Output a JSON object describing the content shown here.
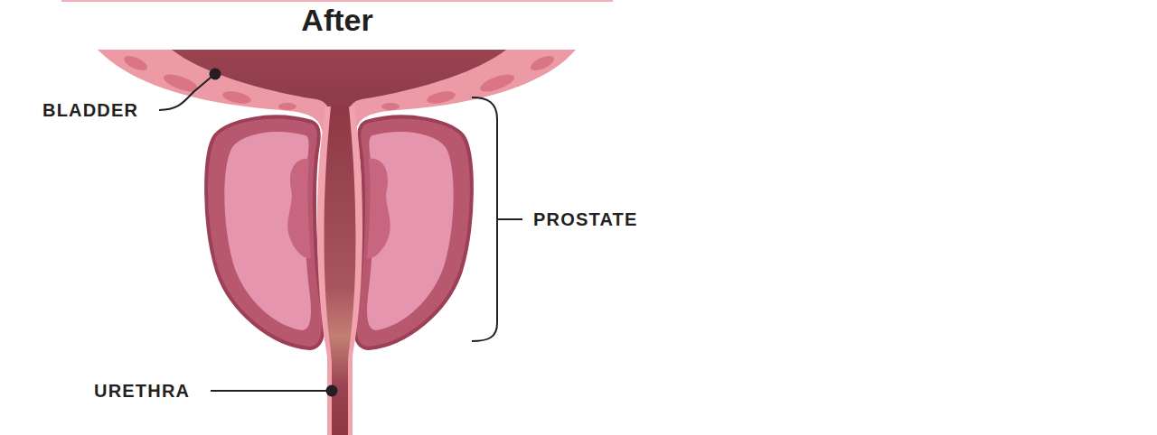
{
  "diagram": {
    "title": "After",
    "labels": [
      "BLADDER",
      "PROSTATE",
      "URETHRA"
    ]
  }
}
